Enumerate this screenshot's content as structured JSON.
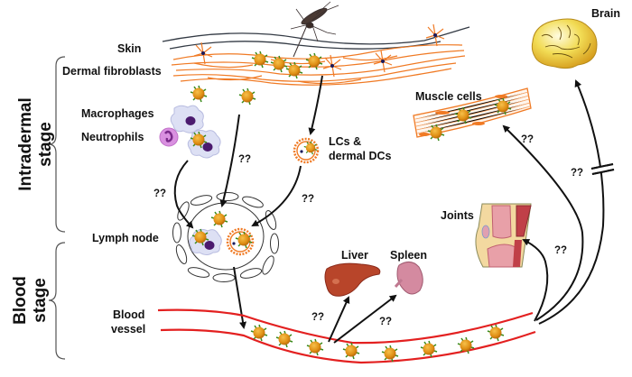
{
  "title": "Intradermal and blood stage dissemination diagram",
  "stages": {
    "intradermal": [
      "Intradermal",
      "stage"
    ],
    "blood": [
      "Blood",
      "stage"
    ]
  },
  "labels": {
    "skin": "Skin",
    "dermal_fibroblasts": "Dermal fibroblasts",
    "macrophages": "Macrophages",
    "neutrophils": "Neutrophils",
    "lcs_line1": "LCs &",
    "lcs_line2": "dermal DCs",
    "lymph_node": "Lymph node",
    "blood_line1": "Blood",
    "blood_line2": "vessel",
    "liver": "Liver",
    "spleen": "Spleen",
    "joints": "Joints",
    "muscle_cells": "Muscle cells",
    "brain": "Brain"
  },
  "unknown_marker": "??",
  "colors": {
    "fibroblast": "#f07a24",
    "vessel": "#e32020",
    "virus": "#e09a1a",
    "virus_spike": "#3a8a1a",
    "arrow": "#111111"
  }
}
